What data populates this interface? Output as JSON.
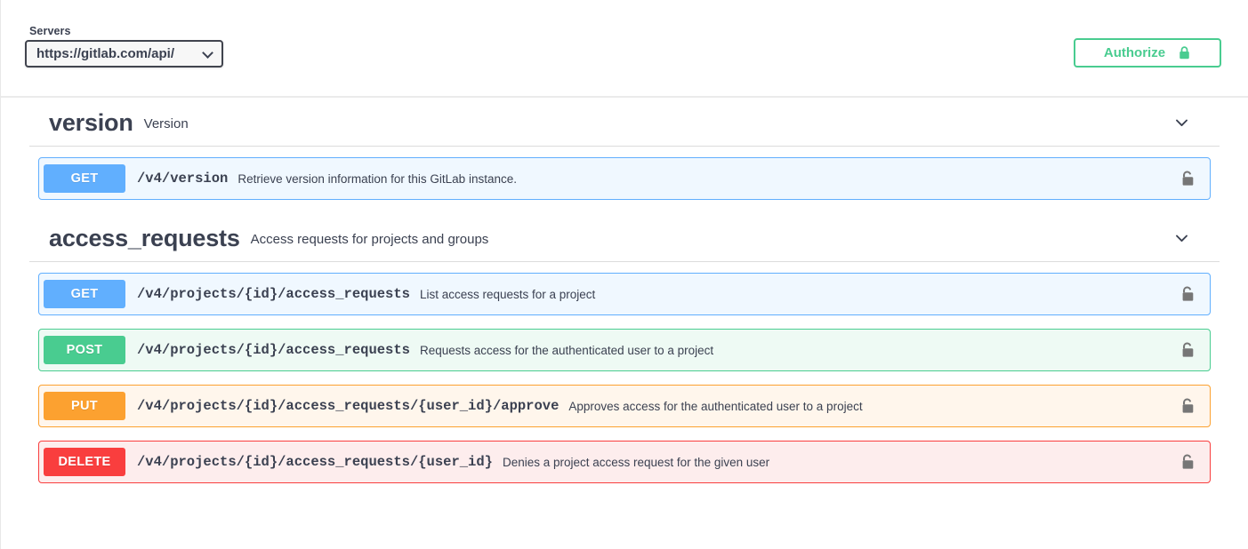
{
  "scheme_bar": {
    "servers_label": "Servers",
    "server_value": "https://gitlab.com/api/",
    "caret_icon": "chevron-down-icon",
    "authorize_label": "Authorize",
    "authorize_icon": "lock-closed-icon",
    "authorize_color": "#49cc90"
  },
  "colors": {
    "get": "#61affe",
    "post": "#49cc90",
    "put": "#fca130",
    "delete": "#f93e3e",
    "text": "#3b4151"
  },
  "sections": [
    {
      "tag": "version",
      "description": "Version",
      "collapse_icon": "chevron-down-icon",
      "operations": [
        {
          "method": "GET",
          "method_key": "get",
          "path": "/v4/version",
          "description": "Retrieve version information for this GitLab instance.",
          "auth_icon": "lock-open-icon"
        }
      ]
    },
    {
      "tag": "access_requests",
      "description": "Access requests for projects and groups",
      "collapse_icon": "chevron-down-icon",
      "operations": [
        {
          "method": "GET",
          "method_key": "get",
          "path": "/v4/projects/{id}/access_requests",
          "description": "List access requests for a project",
          "auth_icon": "lock-open-icon"
        },
        {
          "method": "POST",
          "method_key": "post",
          "path": "/v4/projects/{id}/access_requests",
          "description": "Requests access for the authenticated user to a project",
          "auth_icon": "lock-open-icon"
        },
        {
          "method": "PUT",
          "method_key": "put",
          "path": "/v4/projects/{id}/access_requests/{user_id}/approve",
          "description": "Approves access for the authenticated user to a project",
          "auth_icon": "lock-open-icon"
        },
        {
          "method": "DELETE",
          "method_key": "delete",
          "path": "/v4/projects/{id}/access_requests/{user_id}",
          "description": "Denies a project access request for the given user",
          "auth_icon": "lock-open-icon"
        }
      ]
    }
  ]
}
